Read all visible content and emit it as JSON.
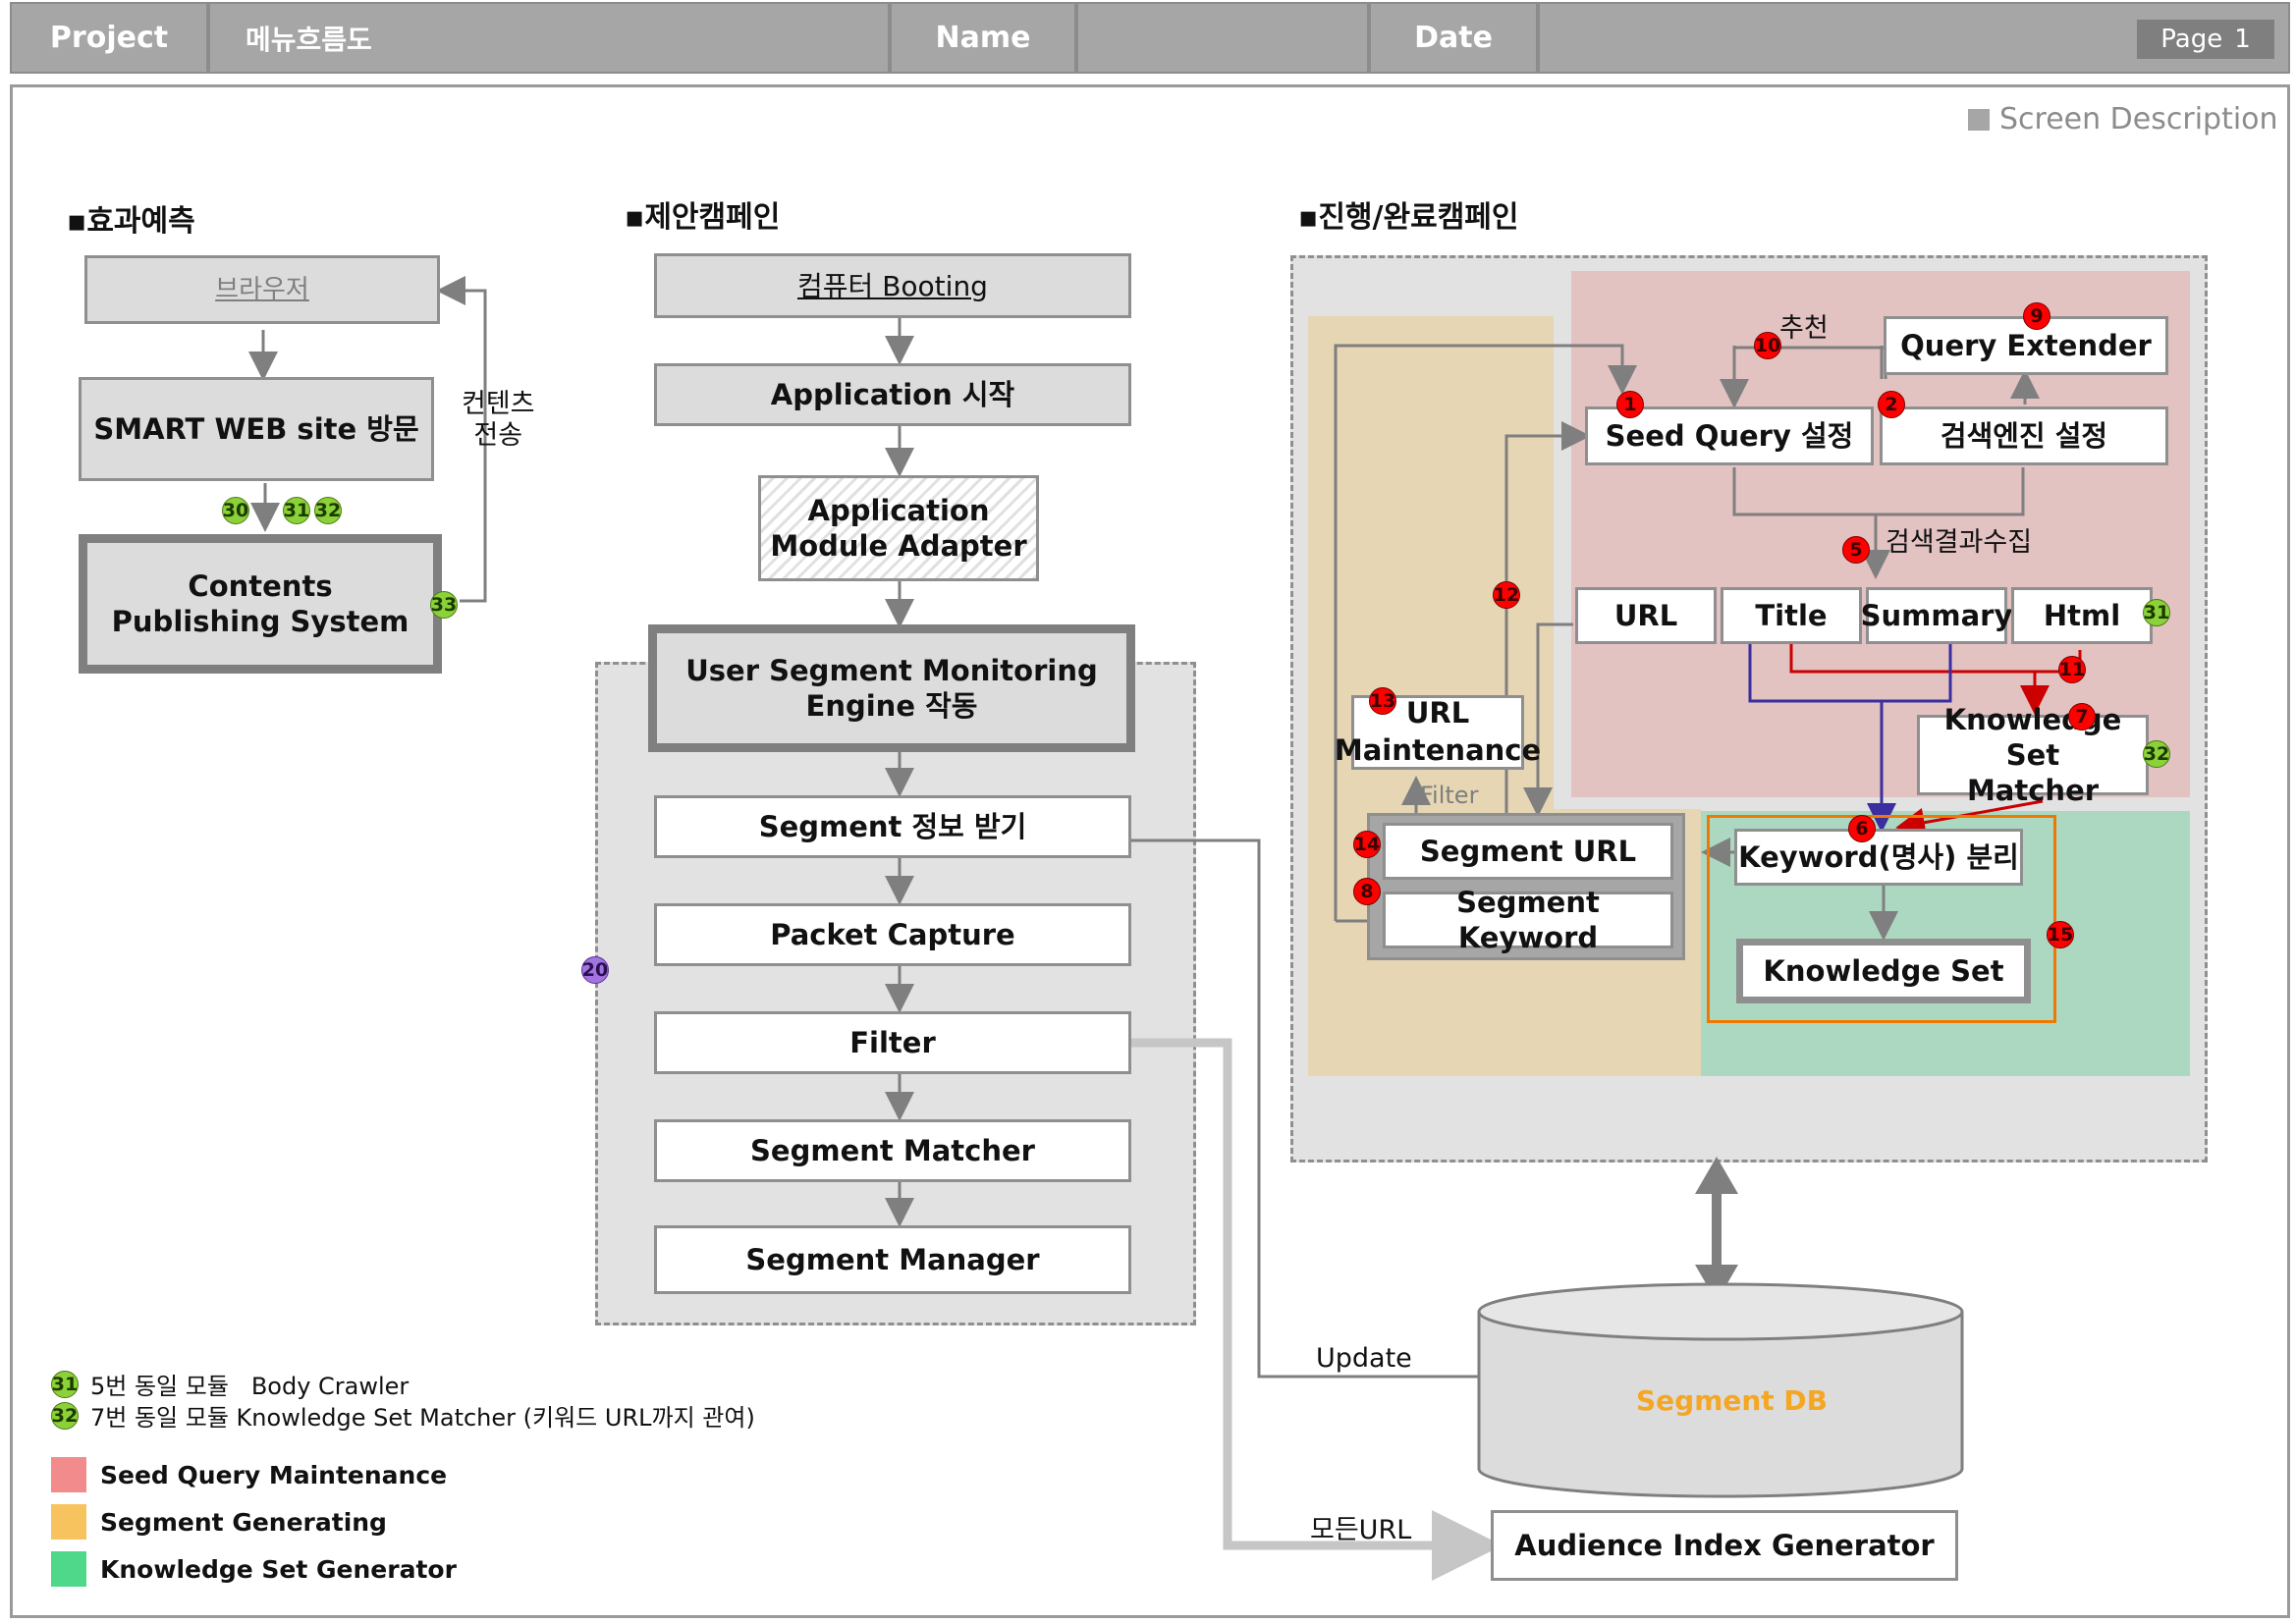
{
  "header": {
    "project_label": "Project",
    "project_value": "메뉴흐름도",
    "name_label": "Name",
    "date_label": "Date",
    "page_label": "Page",
    "page_number": "1"
  },
  "screen_description": "Screen Description",
  "sections": {
    "left": "▪효과예측",
    "middle": "▪제안캠페인",
    "right": "▪진행/완료캠페인"
  },
  "left": {
    "browser": "브라우저",
    "smart_web": "SMART WEB site 방문",
    "cps": "Contents\nPublishing System",
    "contents_send": "컨텐츠\n전송"
  },
  "middle": {
    "booting": "컴퓨터 Booting",
    "app_start": "Application 시작",
    "app_adapter": "Application\nModule Adapter",
    "usme": "User Segment Monitoring\nEngine 작동",
    "segment_info": "Segment 정보 받기",
    "packet_capture": "Packet Capture",
    "filter": "Filter",
    "segment_matcher": "Segment Matcher",
    "segment_manager": "Segment Manager"
  },
  "right": {
    "recommend": "추천",
    "query_extender": "Query Extender",
    "seed_query": "Seed Query 설정",
    "search_engine": "검색엔진 설정",
    "search_collect": "검색결과수집",
    "url": "URL",
    "title": "Title",
    "summary": "Summary",
    "html": "Html",
    "knowledge_matcher": "Knowledge Set\nMatcher",
    "url_maintenance": "URL\nMaintenance",
    "filter_label": "Filter",
    "segment_url": "Segment URL",
    "segment_keyword": "Segment Keyword",
    "keyword_split": "Keyword(명사) 분리",
    "knowledge_set": "Knowledge Set"
  },
  "bottom": {
    "update_label": "Update",
    "segment_db": "Segment DB",
    "all_url_label": "모든URL",
    "audience_index": "Audience Index Generator"
  },
  "badges": {
    "b1": "1",
    "b2": "2",
    "b5": "5",
    "b6": "6",
    "b7": "7",
    "b8": "8",
    "b9": "9",
    "b10": "10",
    "b11": "11",
    "b12": "12",
    "b13": "13",
    "b14": "14",
    "b15": "15",
    "b20": "20",
    "b30": "30",
    "b31": "31",
    "b32": "32",
    "b33": "33"
  },
  "notes": [
    {
      "badge": "31",
      "text": "5번 동일 모듈   Body Crawler"
    },
    {
      "badge": "32",
      "text": "7번 동일 모듈 Knowledge Set Matcher (키워드 URL까지 관여)"
    }
  ],
  "legend": [
    {
      "label": "Seed Query Maintenance",
      "color": "#f28b8b"
    },
    {
      "label": "Segment Generating",
      "color": "#f7c35f"
    },
    {
      "label": "Knowledge Set Generator",
      "color": "#4fd88a"
    }
  ]
}
